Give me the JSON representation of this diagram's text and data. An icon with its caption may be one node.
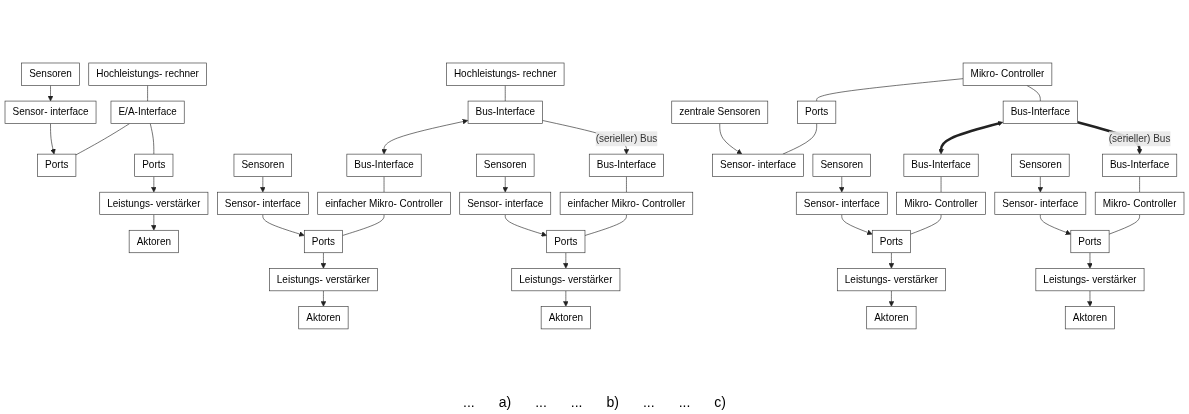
{
  "diagram": {
    "nodes": [
      {
        "text": [
          "Hochleistungs- rechner"
        ]
      },
      {
        "text": [
          "E/A-Interface"
        ]
      },
      {
        "text": [
          "Ports"
        ]
      },
      {
        "text": [
          "Ports"
        ]
      },
      {
        "text": [
          "Sensor- interface"
        ]
      },
      {
        "text": [
          "Leistungs- verstärker"
        ]
      },
      {
        "text": [
          "Sensoren"
        ]
      },
      {
        "text": [
          "Aktoren"
        ]
      },
      {
        "text": [
          "Hochleistungs- rechner"
        ]
      },
      {
        "text": [
          "Bus-Interface"
        ]
      },
      {
        "text": [
          "Bus-Interface"
        ]
      },
      {
        "text": [
          "einfacher Mikro- Controller"
        ]
      },
      {
        "text": [
          "Ports"
        ]
      },
      {
        "text": [
          "Sensor- interface"
        ]
      },
      {
        "text": [
          "Leistungs- verstärker"
        ]
      },
      {
        "text": [
          "Sensoren"
        ]
      },
      {
        "text": [
          "Aktoren"
        ]
      },
      {
        "text": [
          "Bus-Interface"
        ]
      },
      {
        "text": [
          "einfacher Mikro- Controller"
        ]
      },
      {
        "text": [
          "Ports"
        ]
      },
      {
        "text": [
          "Sensor- interface"
        ]
      },
      {
        "text": [
          "Leistungs- verstärker"
        ]
      },
      {
        "text": [
          "Sensoren"
        ]
      },
      {
        "text": [
          "Aktoren"
        ]
      },
      {
        "text": [
          "Mikro- Controller"
        ]
      },
      {
        "text": [
          "Ports"
        ]
      },
      {
        "text": [
          "Sensor- interface"
        ]
      },
      {
        "text": [
          "zentrale Sensoren"
        ]
      },
      {
        "text": [
          "Bus-Interface"
        ]
      },
      {
        "text": [
          "Bus-Interface"
        ]
      },
      {
        "text": [
          "Mikro- Controller"
        ]
      },
      {
        "text": [
          "Ports"
        ]
      },
      {
        "text": [
          "Sensor- interface"
        ]
      },
      {
        "text": [
          "Leistungs- verstärker"
        ]
      },
      {
        "text": [
          "Sensoren"
        ]
      },
      {
        "text": [
          "Aktoren"
        ]
      },
      {
        "text": [
          "Bus-Interface"
        ]
      },
      {
        "text": [
          "Mikro- Controller"
        ]
      },
      {
        "text": [
          "Ports"
        ]
      },
      {
        "text": [
          "Sensor- interface"
        ]
      },
      {
        "text": [
          "Leistungs- verstärker"
        ]
      },
      {
        "text": [
          "Sensoren"
        ]
      },
      {
        "text": [
          "Aktoren"
        ]
      }
    ],
    "edges": [
      {
        "from": 0,
        "to": 1,
        "arrow": "none"
      },
      {
        "from": 1,
        "to": 2,
        "arrow": "none"
      },
      {
        "from": 1,
        "to": 3,
        "arrow": "none"
      },
      {
        "from": 4,
        "to": 2,
        "arrow": "to"
      },
      {
        "from": 3,
        "to": 5,
        "arrow": "to"
      },
      {
        "from": 6,
        "to": 4,
        "arrow": "to"
      },
      {
        "from": 5,
        "to": 7,
        "arrow": "to"
      },
      {
        "from": 8,
        "to": 9,
        "arrow": "none"
      },
      {
        "from": 9,
        "to": 10,
        "arrow": "both"
      },
      {
        "from": 9,
        "to": 17,
        "arrow": "to",
        "label": "(serieller) Bus"
      },
      {
        "from": 10,
        "to": 11,
        "arrow": "none"
      },
      {
        "from": 11,
        "to": 12,
        "arrow": "none"
      },
      {
        "from": 13,
        "to": 12,
        "arrow": "to"
      },
      {
        "from": 12,
        "to": 14,
        "arrow": "to"
      },
      {
        "from": 15,
        "to": 13,
        "arrow": "to"
      },
      {
        "from": 14,
        "to": 16,
        "arrow": "to"
      },
      {
        "from": 17,
        "to": 18,
        "arrow": "none"
      },
      {
        "from": 18,
        "to": 19,
        "arrow": "none"
      },
      {
        "from": 20,
        "to": 19,
        "arrow": "to"
      },
      {
        "from": 19,
        "to": 21,
        "arrow": "to"
      },
      {
        "from": 22,
        "to": 20,
        "arrow": "to"
      },
      {
        "from": 21,
        "to": 23,
        "arrow": "to"
      },
      {
        "from": 24,
        "to": 25,
        "arrow": "none"
      },
      {
        "from": 25,
        "to": 26,
        "arrow": "none"
      },
      {
        "from": 27,
        "to": 26,
        "arrow": "to"
      },
      {
        "from": 24,
        "to": 28,
        "arrow": "none"
      },
      {
        "from": 28,
        "to": 29,
        "arrow": "both",
        "style": "thick"
      },
      {
        "from": 28,
        "to": 36,
        "arrow": "to",
        "style": "thick",
        "label": "(serieller) Bus"
      },
      {
        "from": 29,
        "to": 30,
        "arrow": "none"
      },
      {
        "from": 30,
        "to": 31,
        "arrow": "none"
      },
      {
        "from": 32,
        "to": 31,
        "arrow": "to"
      },
      {
        "from": 31,
        "to": 33,
        "arrow": "to"
      },
      {
        "from": 34,
        "to": 32,
        "arrow": "to"
      },
      {
        "from": 33,
        "to": 35,
        "arrow": "to"
      },
      {
        "from": 36,
        "to": 37,
        "arrow": "none"
      },
      {
        "from": 37,
        "to": 38,
        "arrow": "none"
      },
      {
        "from": 39,
        "to": 38,
        "arrow": "to"
      },
      {
        "from": 38,
        "to": 40,
        "arrow": "to"
      },
      {
        "from": 41,
        "to": 39,
        "arrow": "to"
      },
      {
        "from": 40,
        "to": 42,
        "arrow": "to"
      }
    ],
    "labels": [
      "...",
      "a)",
      "...",
      "...",
      "b)",
      "...",
      "...",
      "c)"
    ]
  }
}
